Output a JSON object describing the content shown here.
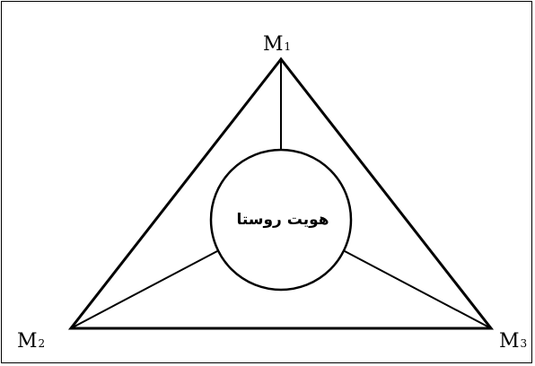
{
  "diagram": {
    "center_label": "هویت روستا",
    "vertices": [
      {
        "letter": "M",
        "index": "1"
      },
      {
        "letter": "M",
        "index": "2"
      },
      {
        "letter": "M",
        "index": "3"
      }
    ]
  }
}
